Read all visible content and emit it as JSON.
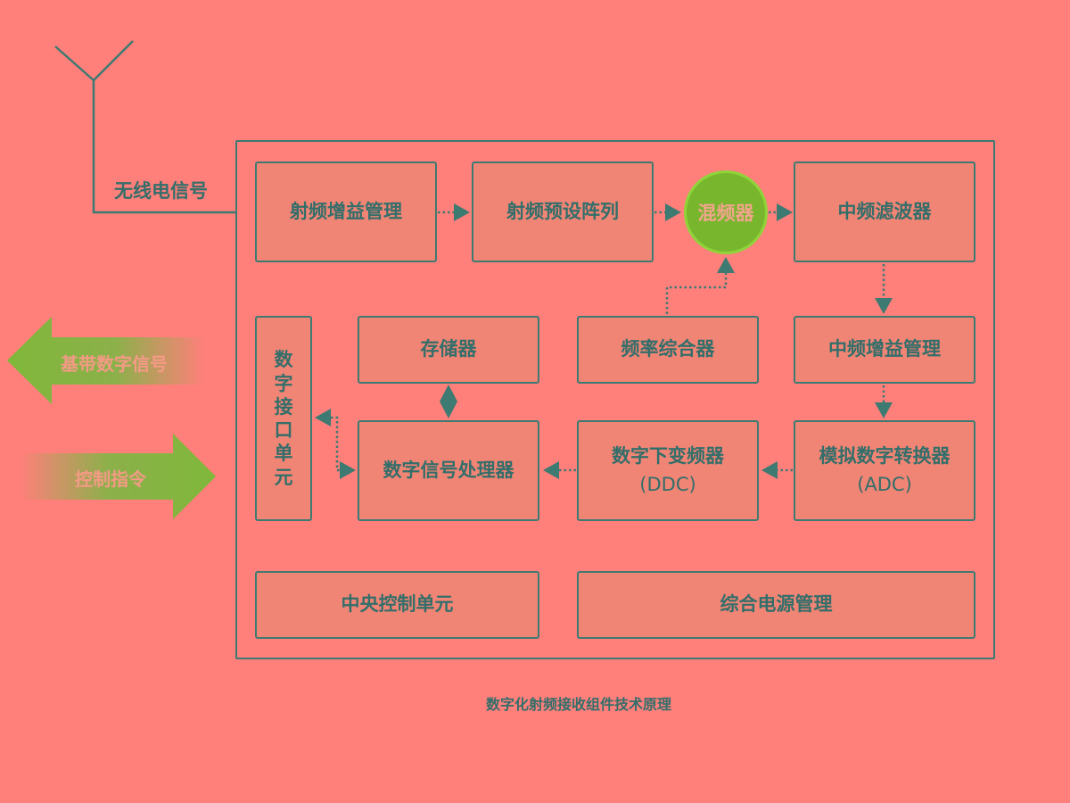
{
  "antenna_label": "无线电信号",
  "blocks": {
    "rf_gain": "射频增益管理",
    "rf_preset": "射频预设阵列",
    "mixer": "混频器",
    "if_filter": "中频滤波器",
    "digital_interface_chars": [
      "数",
      "字",
      "接",
      "口",
      "单",
      "元"
    ],
    "memory": "存储器",
    "freq_synth": "频率综合器",
    "if_gain": "中频增益管理",
    "dsp": "数字信号处理器",
    "ddc_line1": "数字下变频器",
    "ddc_line2": "(DDC)",
    "adc_line1": "模拟数字转换器",
    "adc_line2": "(ADC)",
    "central_control": "中央控制单元",
    "power_mgmt": "综合电源管理"
  },
  "side_arrows": {
    "baseband": "基带数字信号",
    "control": "控制指令"
  },
  "caption": "数字化射频接收组件技术原理",
  "colors": {
    "background": "#ff7f7b",
    "line": "#3d7a72",
    "box_fill": "#f08575",
    "mixer_fill": "#78b62e",
    "arrow_green": "#7fb83a"
  }
}
